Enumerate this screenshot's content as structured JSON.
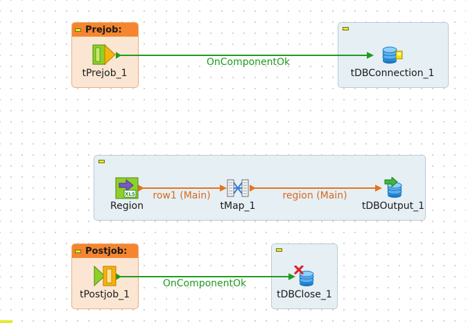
{
  "subjobs": {
    "prejob": {
      "title": "Prejob:"
    },
    "postjob": {
      "title": "Postjob:"
    }
  },
  "components": {
    "tprejob": {
      "label": "tPrejob_1",
      "icon": "prejob-icon"
    },
    "tdbconnection": {
      "label": "tDBConnection_1",
      "icon": "db-connection-icon"
    },
    "region": {
      "label": "Region",
      "icon": "excel-input-icon"
    },
    "tmap": {
      "label": "tMap_1",
      "icon": "tmap-icon"
    },
    "tdboutput": {
      "label": "tDBOutput_1",
      "icon": "db-output-icon"
    },
    "tpostjob": {
      "label": "tPostjob_1",
      "icon": "postjob-icon"
    },
    "tdbclose": {
      "label": "tDBClose_1",
      "icon": "db-close-icon"
    }
  },
  "links": {
    "prejob_to_connection": {
      "label": "OnComponentOk"
    },
    "region_to_tmap": {
      "label": "row1 (Main)"
    },
    "tmap_to_output": {
      "label": "region (Main)"
    },
    "postjob_to_close": {
      "label": "OnComponentOk"
    }
  },
  "colors": {
    "trigger_link": "#1e9a1e",
    "main_link": "#e4731e",
    "subjob_header": "#f5862f",
    "subjob_orange_bg": "#fbe6d3",
    "subjob_blue_bg": "#e6eff4"
  }
}
